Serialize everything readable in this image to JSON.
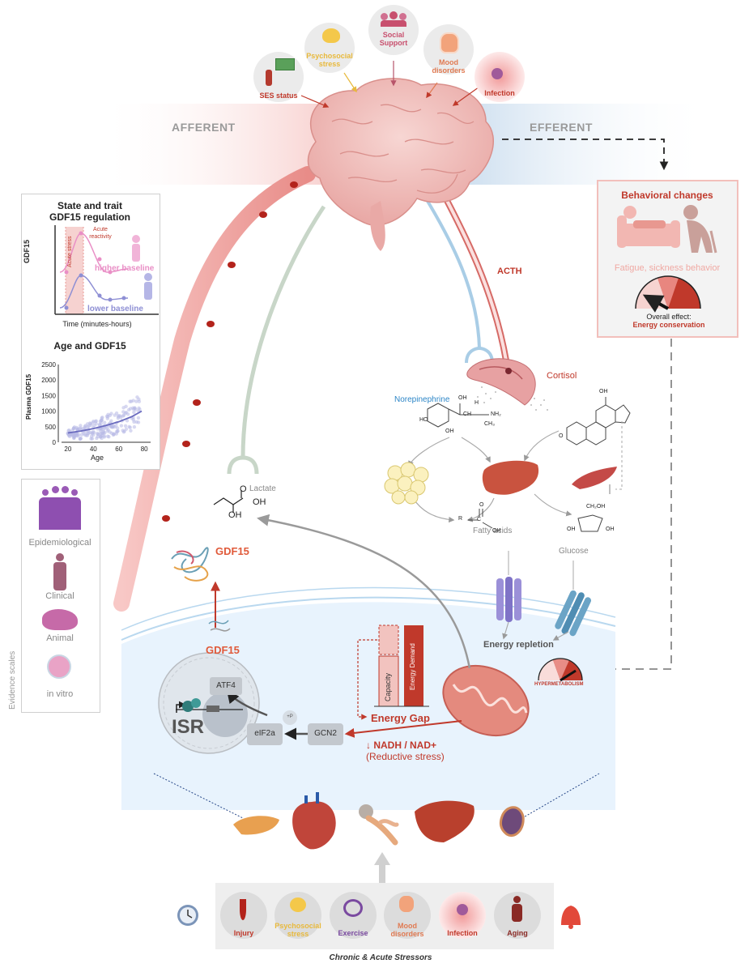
{
  "header": {
    "afferent": "AFFERENT",
    "efferent": "EFFERENT",
    "acth": "ACTH",
    "cortisol": "Cortisol"
  },
  "inputs": [
    {
      "label": "SES status",
      "color": "#c0392b",
      "icon": "money-person-icon"
    },
    {
      "label": "Psychosocial\nstress",
      "color": "#e8b93c",
      "icon": "stressed-head-icon"
    },
    {
      "label": "Social\nSupport",
      "color": "#c8506e",
      "icon": "people-group-icon"
    },
    {
      "label": "Mood\ndisorders",
      "color": "#e07a52",
      "icon": "mood-head-icon"
    },
    {
      "label": "Infection",
      "color": "#c0392b",
      "icon": "virus-icon"
    }
  ],
  "trait_panel": {
    "title_line1": "State and trait",
    "title_line2": "GDF15 regulation",
    "y_label": "GDF15",
    "acute_stress": "Acute stress",
    "acute_reactivity_1": "Acute",
    "acute_reactivity_2": "reactivity",
    "higher_baseline": "higher baseline",
    "lower_baseline": "lower baseline",
    "x_label": "Time (minutes-hours)"
  },
  "age_panel": {
    "title": "Age and GDF15",
    "y_label": "Plasma GDF15",
    "x_label": "Age",
    "y_ticks": [
      "2500",
      "2000",
      "1500",
      "1000",
      "500",
      "0"
    ],
    "x_ticks": [
      "20",
      "40",
      "60",
      "80"
    ]
  },
  "chart_data": {
    "type": "scatter",
    "title": "Age and GDF15",
    "xlabel": "Age",
    "ylabel": "Plasma GDF15",
    "xlim": [
      15,
      85
    ],
    "ylim": [
      0,
      2500
    ],
    "trend": {
      "x": [
        20,
        30,
        40,
        50,
        60,
        70,
        78
      ],
      "y": [
        300,
        360,
        440,
        540,
        660,
        820,
        1000
      ]
    }
  },
  "evidence": {
    "axis_label": "Evidence scales",
    "items": [
      "Epidemiological",
      "Clinical",
      "Animal",
      "in vitro"
    ]
  },
  "behavior": {
    "title": "Behavioral changes",
    "subtitle": "Fatigue, sickness behavior",
    "effect_line1": "Overall effect:",
    "effect_line2": "Energy conservation"
  },
  "metabolism": {
    "norepinephrine": "Norepinephrine",
    "fatty_acids": "Fatty acids",
    "glucose": "Glucose",
    "lactate": "Lactate",
    "energy_repletion": "Energy repletion",
    "hypermetabolism": "HYPERMETABOLISM"
  },
  "chemistry": {
    "oh": "OH",
    "o": "O",
    "h": "H",
    "r": "R",
    "c": "C",
    "ch": "CH",
    "nh2": "NH₂",
    "ch3": "CH₃",
    "ch2oh": "CH₂OH",
    "ho": "HO"
  },
  "cell": {
    "gdf15_top": "GDF15",
    "gdf15_mid": "GDF15",
    "atf4": "ATF4",
    "isr": "ISR",
    "eif2a": "eIF2a",
    "gcn2": "GCN2",
    "p": "+P",
    "capacity": "Capacity",
    "energy_demand": "Energy Demand",
    "energy_gap": "Energy Gap",
    "nadh": "↓ NADH / NAD+",
    "reductive": "(Reductive stress)"
  },
  "stressors": {
    "items": [
      "Injury",
      "Psychosocial\nstress",
      "Exercise",
      "Mood\ndisorders",
      "Infection",
      "Aging"
    ],
    "caption": "Chronic & Acute Stressors"
  },
  "colors": {
    "red": "#c0392b",
    "blue": "#2d86c7",
    "lavender": "#8e8fd4",
    "pink": "#e98fc6",
    "cell": "#e8f3fd",
    "purple": "#7a4aa0"
  }
}
